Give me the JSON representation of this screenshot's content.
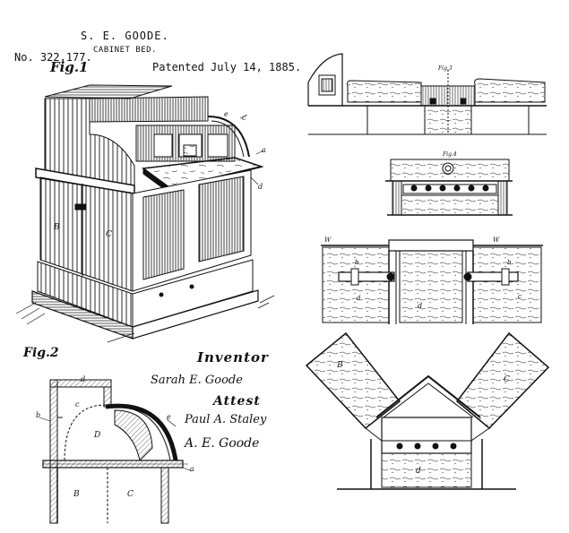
{
  "header": {
    "inventor_name": "S. E. GOODE.",
    "title": "CABINET BED.",
    "patent_number": "No. 322,177.",
    "patent_date": "Patented July 14, 1885."
  },
  "figures": {
    "fig1_label": "Fig.1",
    "fig2_label": "Fig.2",
    "fig3_label": "Fig.3",
    "fig4_label": "Fig.4"
  },
  "fig1_letters": {
    "a": "a",
    "c": "c",
    "e": "e",
    "d": "d",
    "B": "B",
    "C": "C"
  },
  "fig2_letters": {
    "d": "d",
    "b": "b",
    "c": "c",
    "D": "D",
    "e": "e",
    "a": "a",
    "B": "B",
    "C": "C"
  },
  "fig5_letters": {
    "W": "W",
    "b": "b",
    "d": "d",
    "W2": "W",
    "d2": "d",
    "b2": "b",
    "c": "c"
  },
  "fig6_letters": {
    "B": "B",
    "C": "C",
    "d": "d"
  },
  "signatures": {
    "inventor_heading": "Inventor",
    "inventor_signature": "Sarah E. Goode",
    "attest_heading": "Attest",
    "witness_one": "Paul A. Staley",
    "witness_two": "A. E. Goode"
  },
  "colors": {
    "ink": "#111111",
    "paper": "#ffffff"
  }
}
